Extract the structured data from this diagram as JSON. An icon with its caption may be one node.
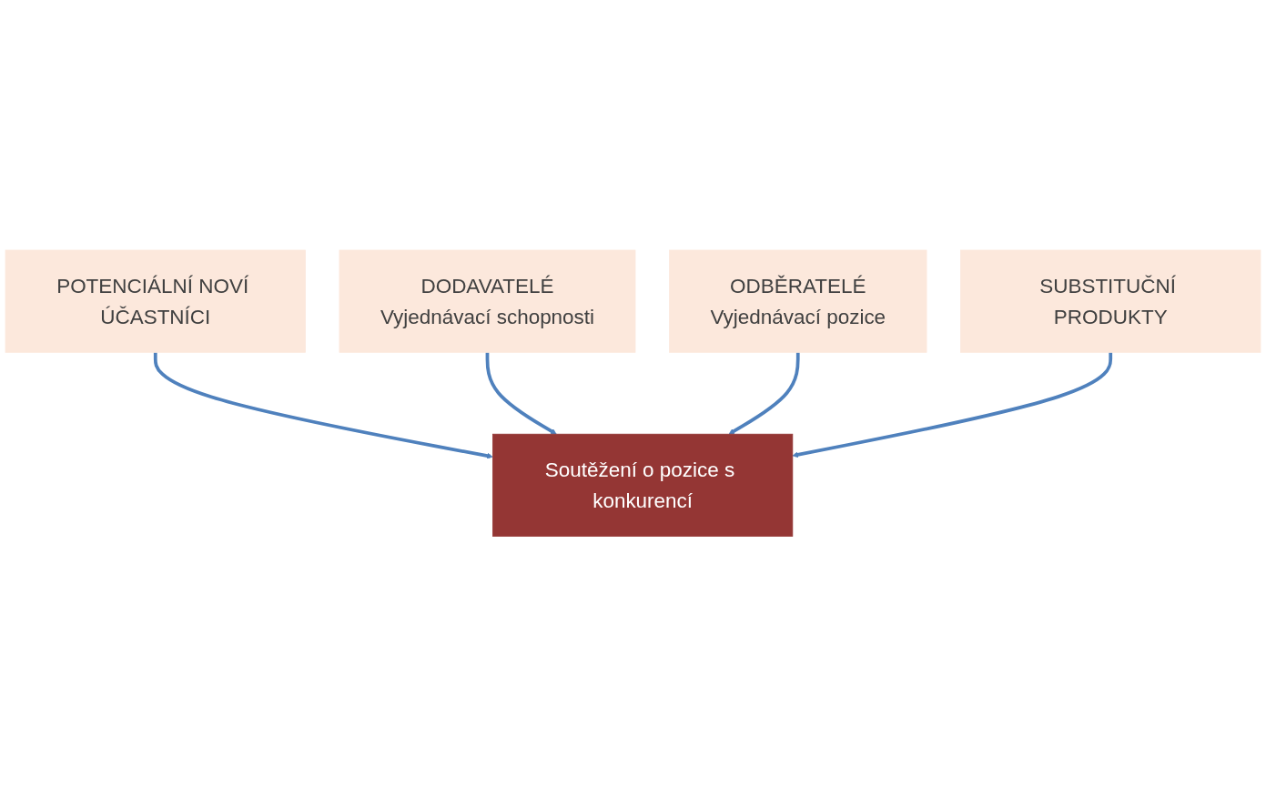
{
  "diagram": {
    "nodes": [
      {
        "text": [
          "POTENCIÁLNÍ NOVÍ ÚČASTNÍCI"
        ]
      },
      {
        "text": [
          "DODAVATELÉ",
          "Vyjednávací schopnosti"
        ]
      },
      {
        "text": [
          "Soutěžení o pozice s konkurencí"
        ]
      },
      {
        "text": [
          "ODBĚRATELÉ",
          "Vyjednávací pozice"
        ]
      },
      {
        "text": [
          "SUBSTITUČNÍ PRODUKTY"
        ]
      }
    ],
    "edges": [
      {
        "from": 0,
        "to": 2,
        "arrow": "to"
      },
      {
        "from": 1,
        "to": 2,
        "arrow": "to"
      },
      {
        "from": 3,
        "to": 2,
        "arrow": "to"
      },
      {
        "from": 4,
        "to": 2,
        "arrow": "to"
      }
    ]
  }
}
